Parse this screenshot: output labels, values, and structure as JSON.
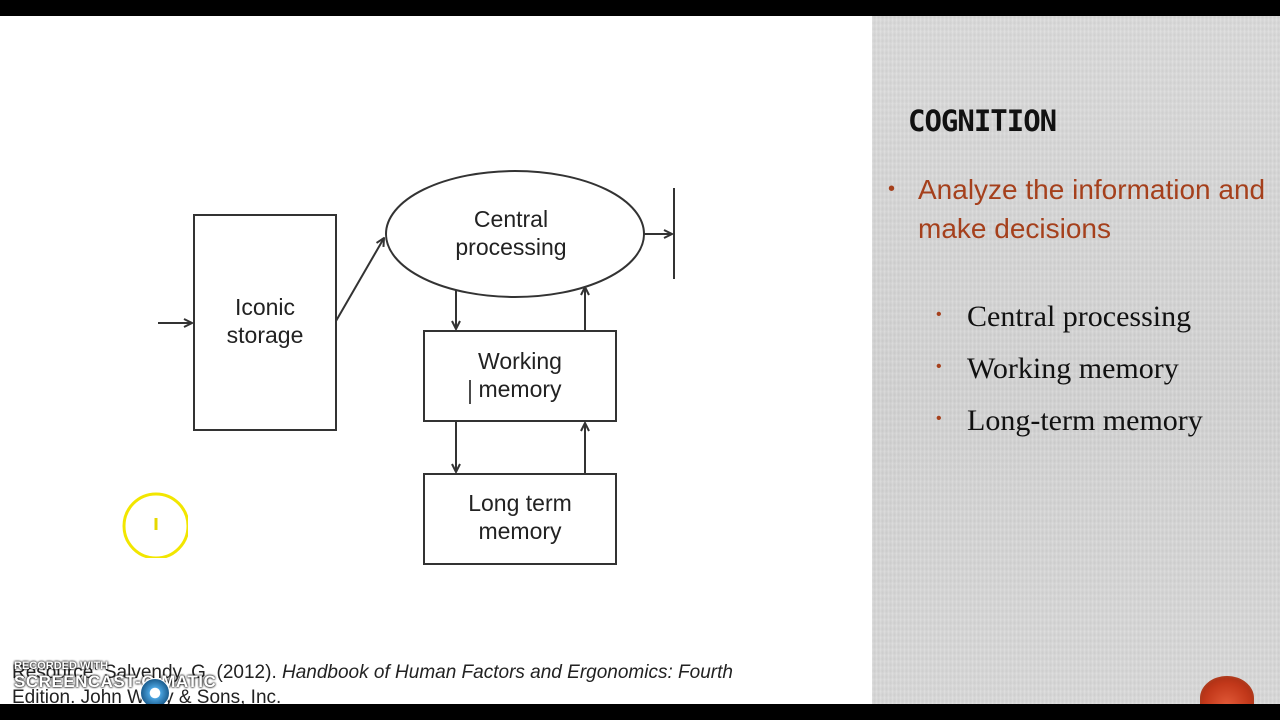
{
  "slide": {
    "title": "COGNITION",
    "main_bullet": "Analyze the information and make decisions",
    "sub_bullets": [
      "Central processing",
      "Working memory",
      "Long-term memory"
    ],
    "accent_color": "#a5401c"
  },
  "diagram": {
    "nodes": {
      "iconic_storage": [
        "Iconic",
        "storage"
      ],
      "central_processing": [
        "Central",
        "processing"
      ],
      "working_memory": [
        "Working",
        "memory"
      ],
      "long_term_memory": [
        "Long term",
        "memory"
      ]
    }
  },
  "reference": {
    "prefix": "Resource: Salvendy, G. (2012). ",
    "title": "Handbook of Human Factors and Ergonomics: Fourth",
    "line2": "Edition. John Wiley & Sons, Inc."
  },
  "watermark": {
    "line1": "RECORDED WITH",
    "line2": "SCREENCAST-O-MATIC"
  }
}
